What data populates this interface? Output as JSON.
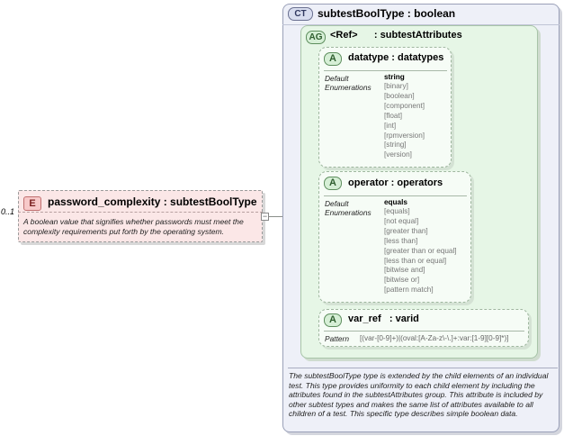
{
  "element": {
    "badge": "E",
    "name": "password_complexity : subtestBoolType",
    "occurs": "0..1",
    "description": "A boolean value that signifies whether passwords must meet the complexity requirements put forth by the operating system."
  },
  "complex_type": {
    "badge": "CT",
    "name": "subtestBoolType : boolean",
    "description": "The subtestBoolType type is extended by the child elements of an individual test.  This type provides uniformity to each child element by including the attributes found in the subtestAttributes group.  This attribute is included by other subtest types and makes the same list of attributes available to all children of a test.  This specific type describes simple boolean data."
  },
  "attribute_group": {
    "badge": "AG",
    "ref_label": "<Ref>",
    "name": ": subtestAttributes"
  },
  "attributes": [
    {
      "badge": "A",
      "name": "datatype : datatypes",
      "default_label": "Default",
      "default_value": "string",
      "enum_label": "Enumerations",
      "enumerations": [
        "[binary]",
        "[boolean]",
        "[component]",
        "[float]",
        "[int]",
        "[rpmversion]",
        "[string]",
        "[version]"
      ]
    },
    {
      "badge": "A",
      "name": "operator : operators",
      "default_label": "Default",
      "default_value": "equals",
      "enum_label": "Enumerations",
      "enumerations": [
        "[equals]",
        "[not equal]",
        "[greater than]",
        "[less than]",
        "[greater than or equal]",
        "[less than or equal]",
        "[bitwise and]",
        "[bitwise or]",
        "[pattern match]"
      ]
    },
    {
      "badge": "A",
      "name": "var_ref   : varid",
      "pattern_label": "Pattern",
      "pattern_value": "[(var-[0-9]+)|(oval:[A-Za-z\\-\\.]+:var:[1-9][0-9]*)]"
    }
  ],
  "colors": {
    "element_fill": "#fbe7e7",
    "complex_type_fill": "#eef0f8",
    "attribute_group_fill": "#e6f6e6",
    "attribute_fill": "#f6fcf6"
  }
}
